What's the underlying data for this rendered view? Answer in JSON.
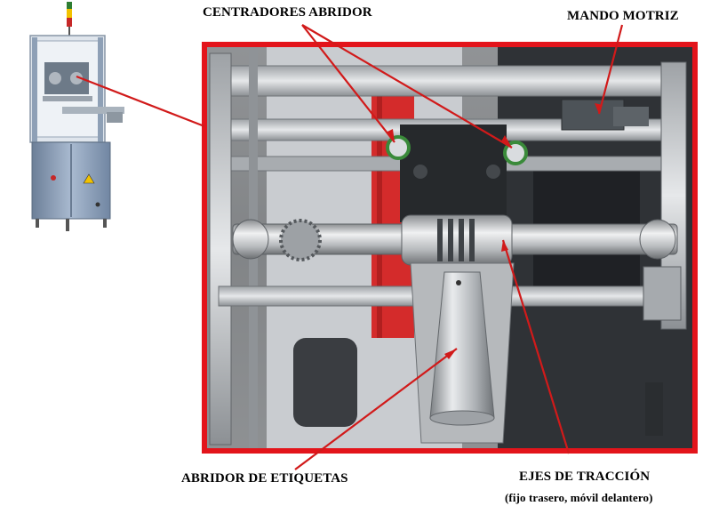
{
  "labels": {
    "centradores": "CENTRADORES ABRIDOR",
    "mando": "MANDO MOTRIZ",
    "abridor": "ABRIDOR DE ETIQUETAS",
    "ejes": "EJES DE TRACCIÓN",
    "ejes_sub": "(fijo trasero, móvil delantero)"
  },
  "colors": {
    "frame_red": "#e3141b",
    "arrow_red": "#d11a1a",
    "steel": "#b9bcc0",
    "machine_blue": "#7f97b4"
  }
}
